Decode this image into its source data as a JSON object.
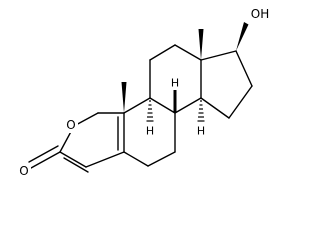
{
  "molecule": {
    "atom_labels": {
      "hydroxyl": "OH",
      "ring_oxygen": "O",
      "carbonyl_oxygen": "O",
      "h_c9": "H",
      "h_c8": "H",
      "h_c14": "H"
    }
  }
}
